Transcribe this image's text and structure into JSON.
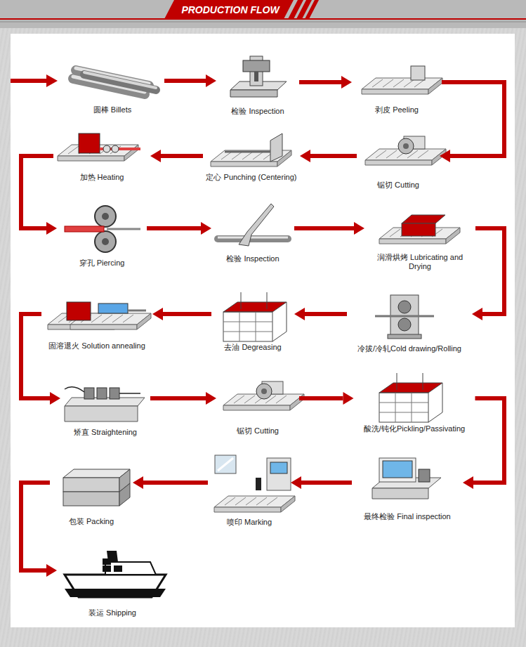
{
  "diagram": {
    "title": "PRODUCTION FLOW",
    "nodes": [
      {
        "text": [
          "圆棒 Billets"
        ]
      },
      {
        "text": [
          "检验 Inspection"
        ]
      },
      {
        "text": [
          "剥皮 Peeling"
        ]
      },
      {
        "text": [
          "锯切 Cutting"
        ]
      },
      {
        "text": [
          "定心 Punching (Centering)"
        ]
      },
      {
        "text": [
          "加热 Heating"
        ]
      },
      {
        "text": [
          "穿孔 Piercing"
        ]
      },
      {
        "text": [
          "检验 Inspection"
        ]
      },
      {
        "text": [
          "润滑烘烤 Lubricating and Drying"
        ]
      },
      {
        "text": [
          "冷拔/冷轧Cold drawing/Rolling"
        ]
      },
      {
        "text": [
          "去油 Degreasing"
        ]
      },
      {
        "text": [
          "固溶退火 Solution annealing"
        ]
      },
      {
        "text": [
          "矫直 Straightening"
        ]
      },
      {
        "text": [
          "锯切 Cutting"
        ]
      },
      {
        "text": [
          "酸洗/钝化Pickling/Passivating"
        ]
      },
      {
        "text": [
          "最终检验 Final inspection"
        ]
      },
      {
        "text": [
          "喷印 Marking"
        ]
      },
      {
        "text": [
          "包装 Packing"
        ]
      },
      {
        "text": [
          "装运 Shipping"
        ]
      }
    ],
    "edges": [
      {
        "from": 0,
        "to": 1,
        "arrow": "to"
      },
      {
        "from": 1,
        "to": 2,
        "arrow": "to"
      },
      {
        "from": 2,
        "to": 3,
        "arrow": "to"
      },
      {
        "from": 3,
        "to": 4,
        "arrow": "to"
      },
      {
        "from": 4,
        "to": 5,
        "arrow": "to"
      },
      {
        "from": 5,
        "to": 6,
        "arrow": "to"
      },
      {
        "from": 6,
        "to": 7,
        "arrow": "to"
      },
      {
        "from": 7,
        "to": 8,
        "arrow": "to"
      },
      {
        "from": 8,
        "to": 9,
        "arrow": "to"
      },
      {
        "from": 9,
        "to": 10,
        "arrow": "to"
      },
      {
        "from": 10,
        "to": 11,
        "arrow": "to"
      },
      {
        "from": 11,
        "to": 12,
        "arrow": "to"
      },
      {
        "from": 12,
        "to": 13,
        "arrow": "to"
      },
      {
        "from": 13,
        "to": 14,
        "arrow": "to"
      },
      {
        "from": 14,
        "to": 15,
        "arrow": "to"
      },
      {
        "from": 15,
        "to": 16,
        "arrow": "to"
      },
      {
        "from": 16,
        "to": 17,
        "arrow": "to"
      },
      {
        "from": 17,
        "to": 18,
        "arrow": "to"
      }
    ]
  }
}
